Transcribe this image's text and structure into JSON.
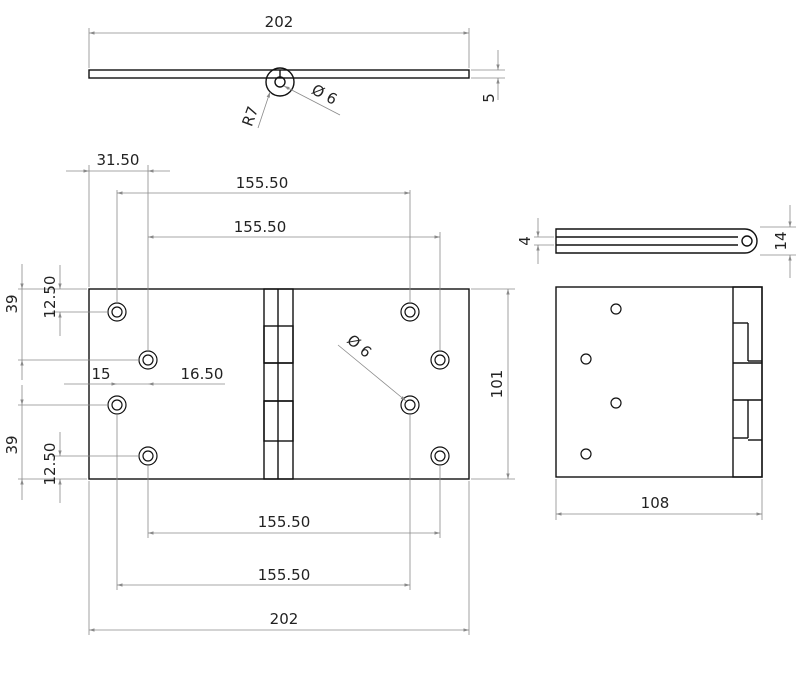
{
  "dimensions": {
    "top_width": "202",
    "thickness": "5",
    "knuckle_radius": "R7",
    "pin_diameter": "Ø 6",
    "hole_offset_x": "31.50",
    "hole_span_top_outer": "155.50",
    "hole_span_top_inner": "155.50",
    "hole_offset_y_top": "12.50",
    "half_height_top": "39",
    "gap_left": "15",
    "gap_right": "16.50",
    "half_height_bottom": "39",
    "hole_offset_y_bottom": "12.50",
    "hole_span_bottom_inner": "155.50",
    "hole_span_bottom_outer": "155.50",
    "overall_width": "202",
    "overall_height": "101",
    "hole_diameter": "Ø 6",
    "side_gap": "4",
    "side_height": "14",
    "side_width": "108"
  }
}
